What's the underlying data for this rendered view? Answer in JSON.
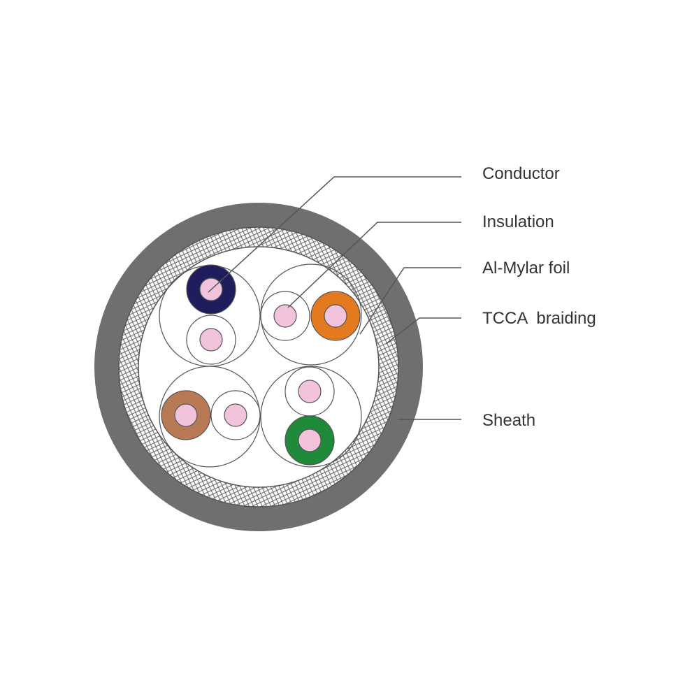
{
  "diagram": {
    "labels": {
      "conductor": "Conductor",
      "insulation": "Insulation",
      "foil": "Al-Mylar foil",
      "braiding": "TCCA  braiding",
      "sheath": "Sheath"
    },
    "colors": {
      "sheath": "#6f6f6f",
      "conductor": "#f2c4dc",
      "blue": "#1f1d5c",
      "orange": "#e47a1f",
      "brown": "#b87a55",
      "green": "#1f8a3a",
      "line": "#555555"
    }
  }
}
